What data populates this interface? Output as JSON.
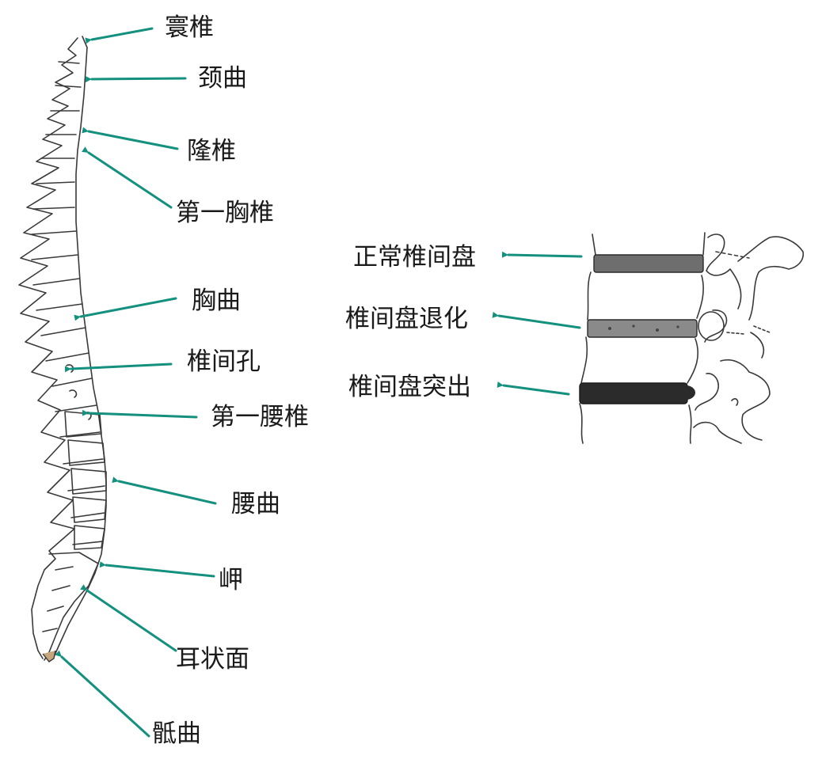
{
  "spine_labels": {
    "atlas": "寰椎",
    "cervical_curve": "颈曲",
    "vertebra_prominens": "隆椎",
    "first_thoracic": "第一胸椎",
    "thoracic_curve": "胸曲",
    "intervertebral_foramen": "椎间孔",
    "first_lumbar": "第一腰椎",
    "lumbar_curve": "腰曲",
    "promontory": "岬",
    "auricular_surface": "耳状面",
    "sacral_curve": "骶曲"
  },
  "disc_labels": {
    "normal": "正常椎间盘",
    "degenerated": "椎间盘退化",
    "herniated": "椎间盘突出"
  },
  "colors": {
    "arrow": "#14907e",
    "outline": "#3a3a3a",
    "disc_normal": "#6e6e6e",
    "disc_degenerated": "#8a8a8a",
    "disc_herniated": "#2b2b2b"
  }
}
